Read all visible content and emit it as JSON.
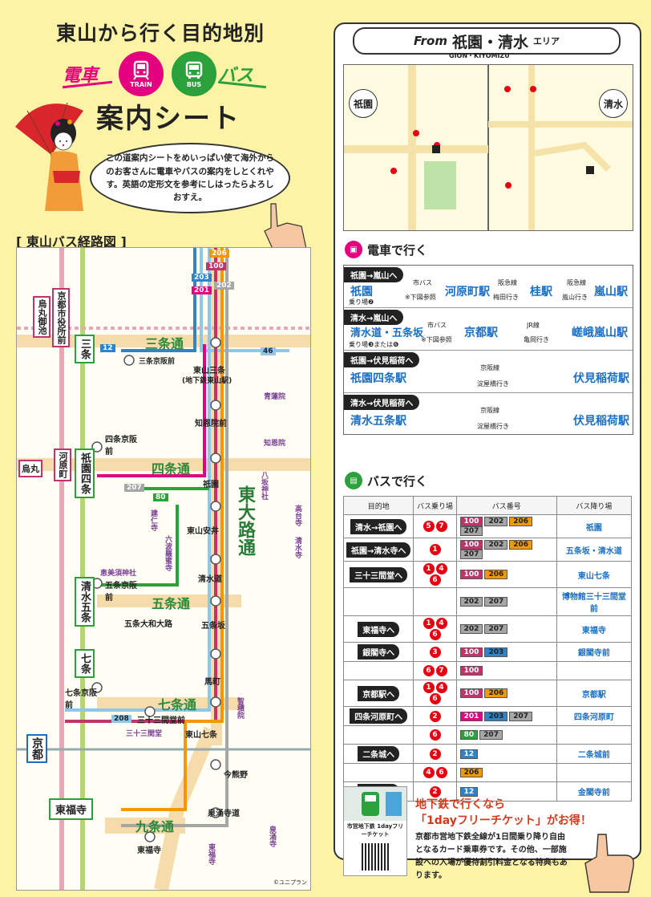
{
  "header": {
    "title": "東山から行く目的地別",
    "train_label": "電車",
    "train_icon_text": "TRAIN",
    "bus_label": "バス",
    "bus_icon_text": "BUS",
    "subtitle": "案内シート",
    "bubble_text": "この道案内シートをめいっぱい使て海外からのお客さんに電車やバスの案内をしとくれやす。英語の定形文を参考にしはったらよろしおすえ。"
  },
  "route_map": {
    "heading": "[ 東山バス経路図 ]",
    "streets": [
      "三条通",
      "四条通",
      "五条通",
      "七条通",
      "九条通",
      "東大路通"
    ],
    "stops": [
      "三条京阪前",
      "東山三条",
      "(地下鉄東山駅)",
      "知恩院前",
      "祇園",
      "東山安井",
      "清水道",
      "五条坂",
      "馬町",
      "東山七条",
      "三十三間堂前",
      "今熊野",
      "泉涌寺道",
      "東福寺",
      "四条京阪前",
      "五条京阪前",
      "七条京阪前",
      "五条大和大路"
    ],
    "stations": [
      "三条",
      "祇園四条",
      "清水五条",
      "七条",
      "京都",
      "東福寺",
      "京都市役所前",
      "烏丸御池",
      "河原町",
      "烏丸"
    ],
    "route_numbers": [
      "206",
      "100",
      "203",
      "201",
      "202",
      "12",
      "46",
      "207",
      "80",
      "208"
    ],
    "landmarks": [
      "青蓮院",
      "知恩院",
      "八坂神社",
      "高台寺",
      "清水寺",
      "建仁寺",
      "六波羅蜜寺",
      "恵美須神社",
      "智積院",
      "三十三間堂",
      "泉涌寺",
      "東福寺"
    ],
    "credit": "©ユニプラン"
  },
  "from_box": {
    "prefix": "From",
    "area": "祇園・清水",
    "suffix": "エリア",
    "roman": "GION・KIYOMIZU",
    "map_left": "祇園",
    "map_right": "清水"
  },
  "train": {
    "heading": "電車で行く",
    "routes": [
      {
        "label": "祇園→嵐山へ",
        "from": "祇園",
        "note": "乗り場❷",
        "via1": "市バス",
        "station1": "河原町駅",
        "line1": "阪急線",
        "station2": "桂駅",
        "line2": "阪急線",
        "dest": "嵐山駅",
        "sub1": "※下図参照",
        "sub2": "梅田行き",
        "sub3": "嵐山行き"
      },
      {
        "label": "清水→嵐山へ",
        "from": "清水道・五条坂",
        "note": "乗り場❸または❻",
        "via1": "市バス",
        "station1": "京都駅",
        "line1": "JR線",
        "dest": "嵯峨嵐山駅",
        "sub1": "※下図参照",
        "sub2": "亀岡行き"
      },
      {
        "label": "祇園→伏見稲荷へ",
        "from": "祇園四条駅",
        "line1": "京阪線",
        "sub1": "淀屋橋行き",
        "dest": "伏見稲荷駅"
      },
      {
        "label": "清水→伏見稲荷へ",
        "from": "清水五条駅",
        "line1": "京阪線",
        "sub1": "淀屋橋行き",
        "dest": "伏見稲荷駅"
      }
    ]
  },
  "bus": {
    "heading": "バスで行く",
    "columns": [
      "目的地",
      "バス乗り場",
      "バス番号",
      "バス降り場"
    ],
    "rows": [
      {
        "dest": "清水→祇園へ",
        "stops": [
          "5",
          "7"
        ],
        "buses": [
          "100",
          "202",
          "206",
          "207"
        ],
        "alight": "祇園"
      },
      {
        "dest": "祇園→清水寺へ",
        "stops": [
          "1"
        ],
        "buses": [
          "100",
          "202",
          "206",
          "207"
        ],
        "alight": "五条坂・清水道"
      },
      {
        "dest": "三十三間堂へ",
        "stops": [
          "1",
          "4",
          "6"
        ],
        "buses": [
          "100",
          "206"
        ],
        "alight": "東山七条"
      },
      {
        "dest": "",
        "stops": [],
        "buses": [
          "202",
          "207"
        ],
        "alight": "博物館三十三間堂前"
      },
      {
        "dest": "東福寺へ",
        "stops": [
          "1",
          "4",
          "6"
        ],
        "buses": [
          "202",
          "207"
        ],
        "alight": "東福寺"
      },
      {
        "dest": "銀閣寺へ",
        "stops": [
          "3"
        ],
        "buses": [
          "100",
          "203"
        ],
        "alight": "銀閣寺前"
      },
      {
        "dest": "",
        "stops": [
          "6",
          "7"
        ],
        "buses": [
          "100"
        ],
        "alight": ""
      },
      {
        "dest": "京都駅へ",
        "stops": [
          "1",
          "4",
          "6"
        ],
        "buses": [
          "100",
          "206"
        ],
        "alight": "京都駅"
      },
      {
        "dest": "四条河原町へ",
        "stops": [
          "2"
        ],
        "buses": [
          "201",
          "203",
          "207"
        ],
        "alight": "四条河原町"
      },
      {
        "dest": "",
        "stops": [
          "6"
        ],
        "buses": [
          "80",
          "207"
        ],
        "alight": ""
      },
      {
        "dest": "二条城へ",
        "stops": [
          "2"
        ],
        "buses": [
          "12"
        ],
        "alight": "二条城前"
      },
      {
        "dest": "",
        "stops": [
          "4",
          "6"
        ],
        "buses": [
          "206"
        ],
        "alight": ""
      },
      {
        "dest": "金閣寺へ",
        "stops": [
          "2"
        ],
        "buses": [
          "12"
        ],
        "alight": "金閣寺前"
      }
    ]
  },
  "ticket": {
    "title1": "地下鉄で行くなら",
    "title2": "「1dayフリーチケット」がお得！",
    "body": "京都市営地下鉄全線が1日間乗り降り自由となるカード乗車券です。その他、一部施設への入場が優待割引料金となる特典もあります。",
    "card_title": "市営地下鉄 1dayフリーチケット"
  },
  "colors": {
    "background": "#fdf3a7",
    "train": "#e4007f",
    "bus": "#2aa13a",
    "station_blue": "#1a6fc4",
    "bus100": "#c0336b",
    "bus206": "#f39800",
    "bus202": "#a6a6a6",
    "bus203": "#2f83c6",
    "bus12": "#2f83c6"
  }
}
